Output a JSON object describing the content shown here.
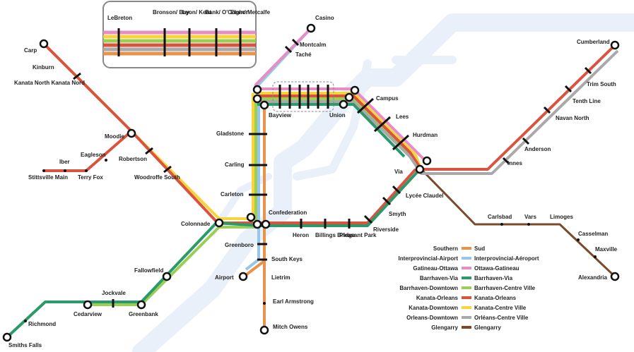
{
  "colors": {
    "southern": "#e8934b",
    "airport": "#94c7ea",
    "gatineau": "#e78dc6",
    "barrhaven_via": "#2b9a6a",
    "barrhaven_downtown": "#9ccd56",
    "kanata_orleans": "#d9533f",
    "kanata_downtown": "#f6d43a",
    "orleans_downtown": "#a9a9a9",
    "glengarry": "#7b4a2a",
    "river": "#eaf0fa"
  },
  "inset": {
    "labels": [
      "LeBreton",
      "Bronson/ Bay",
      "Lyon/ Kent",
      "Bank/ O'Connor",
      "Elgin/ Metcalfe"
    ]
  },
  "stations": {
    "casino": "Casino",
    "montcalm": "Montcalm",
    "tache": "Taché",
    "carp": "Carp",
    "kinburn": "Kinburn",
    "kanata_north": "Kanata North Kanata Nord",
    "moodie": "Moodie",
    "eagleson": "Eagleson",
    "iber": "Iber",
    "stittsville": "Stittsville Main",
    "terry_fox": "Terry Fox",
    "robertson": "Robertson",
    "woodroffe": "Woodroffe South",
    "colonnade": "Colonnade",
    "gladstone": "Gladstone",
    "carling": "Carling",
    "carleton": "Carleton",
    "confederation": "Confederation",
    "bayview": "Bayview",
    "union": "Union",
    "campus": "Campus",
    "lees": "Lees",
    "hurdman": "Hurdman",
    "via": "Via",
    "lycee": "Lycée Claudel",
    "smyth": "Smyth",
    "riverside": "Riverside",
    "heron": "Heron",
    "billings": "Billings Bridge",
    "pleasant": "Pleasant Park",
    "greenboro": "Greenboro",
    "south_keys": "South Keys",
    "airport": "Airport",
    "lietrim": "Lietrim",
    "earl": "Earl Armstrong",
    "mitch": "Mitch Owens",
    "fallowfield": "Fallowfield",
    "jockvale": "Jockvale",
    "cedarview": "Cedarview",
    "greenbank": "Greenbank",
    "richmond": "Richmond",
    "smiths_falls": "Smiths Falls",
    "cumberland": "Cumberland",
    "trim": "Trim South",
    "tenth": "Tenth Line",
    "navan": "Navan North",
    "anderson": "Anderson",
    "innes": "Innes",
    "carlsbad": "Carlsbad",
    "vars": "Vars",
    "limoges": "Limoges",
    "casselman": "Casselman",
    "maxville": "Maxville",
    "alexandria": "Alexandria"
  },
  "legend": [
    {
      "en": "Southern",
      "fr": "Sud",
      "color": "#e8934b"
    },
    {
      "en": "Interprovincial-Airport",
      "fr": "Interprovincial-Aéroport",
      "color": "#94c7ea"
    },
    {
      "en": "Gatineau-Ottawa",
      "fr": "Ottawa-Gatineau",
      "color": "#e78dc6"
    },
    {
      "en": "Barrhaven-Via",
      "fr": "Barrhaven-Via",
      "color": "#2b9a6a"
    },
    {
      "en": "Barrhaven-Downtown",
      "fr": "Barrhaven-Centre Ville",
      "color": "#9ccd56"
    },
    {
      "en": "Kanata-Orleans",
      "fr": "Kanata-Orleans",
      "color": "#d9533f"
    },
    {
      "en": "Kanata-Downtown",
      "fr": "Kanata-Centre Ville",
      "color": "#f6d43a"
    },
    {
      "en": "Orleans-Downtown",
      "fr": "Orléans-Centre Ville",
      "color": "#a9a9a9"
    },
    {
      "en": "Glengarry",
      "fr": "Glengarry",
      "color": "#7b4a2a"
    }
  ]
}
